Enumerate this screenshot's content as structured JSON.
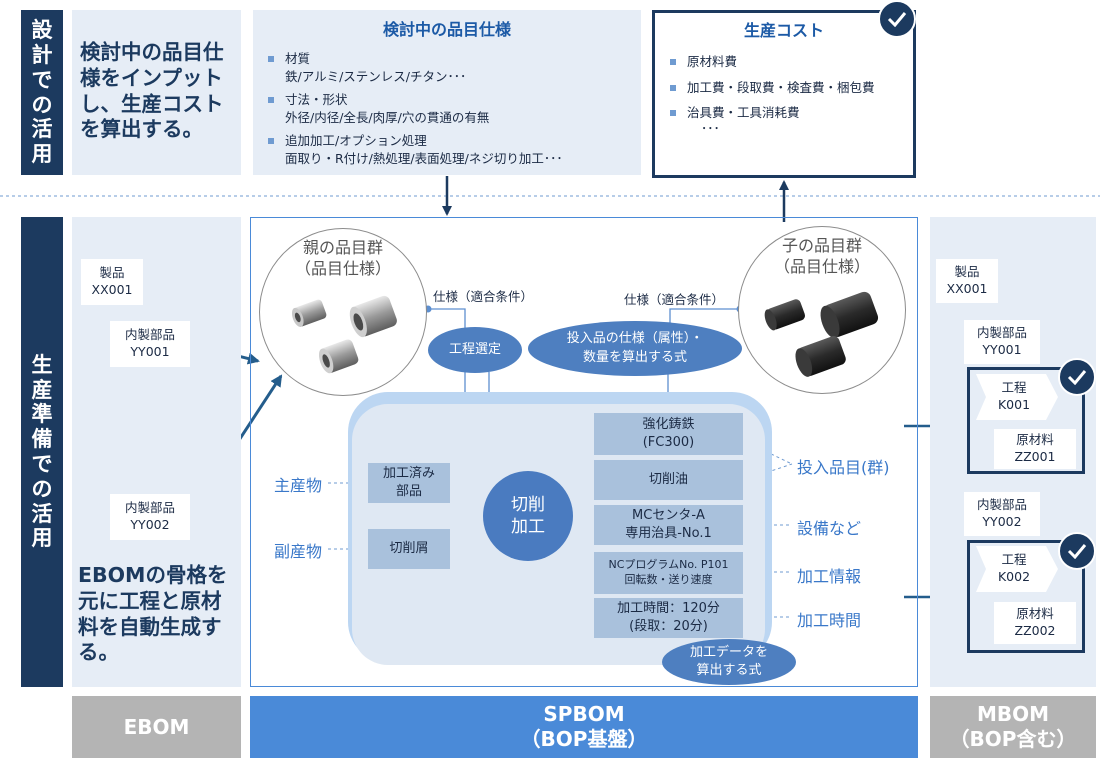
{
  "top_section": {
    "label": "設計での活用",
    "intro": "検討中の品目仕様をインプットし、生産コストを算出する。",
    "spec_panel": {
      "title": "検討中の品目仕様",
      "items": [
        {
          "head": "材質",
          "detail": "鉄/アルミ/ステンレス/チタン･･･"
        },
        {
          "head": "寸法・形状",
          "detail": "外径/内径/全長/肉厚/穴の貫通の有無"
        },
        {
          "head": "追加加工/オプション処理",
          "detail": "面取り・R付け/熱処理/表面処理/ネジ切り加工･･･"
        }
      ]
    },
    "cost_panel": {
      "title": "生産コスト",
      "items": [
        "原材料費",
        "加工費・段取費・検査費・梱包費",
        "治具費・工具消耗費"
      ],
      "ellipsis": "･･･"
    }
  },
  "bottom_section": {
    "label": "生産準備での活用",
    "ebom": {
      "product": {
        "name": "製品",
        "code": "XX001"
      },
      "parts": [
        {
          "name": "内製部品",
          "code": "YY001"
        },
        {
          "name": "内製部品",
          "code": "YY002"
        }
      ],
      "intro": "EBOMの骨格を元に工程と原材料を自動生成する。"
    },
    "spbom": {
      "parent_group": {
        "title": "親の品目群",
        "subtitle": "（品目仕様）"
      },
      "child_group": {
        "title": "子の品目群",
        "subtitle": "（品目仕様）"
      },
      "spec_left": "仕様（適合条件）",
      "spec_right": "仕様（適合条件）",
      "process_select": "工程選定",
      "formula_input": {
        "line1": "投入品の仕様（属性）・",
        "line2": "数量を算出する式"
      },
      "center": {
        "line1": "切削",
        "line2": "加工"
      },
      "outputs": [
        {
          "line1": "加工済み",
          "line2": "部品"
        },
        {
          "line1": "切削屑",
          "line2": ""
        }
      ],
      "output_labels": [
        "主産物",
        "副産物"
      ],
      "inputs": [
        {
          "line1": "強化鋳鉄",
          "line2": "(FC300)"
        },
        {
          "line1": "切削油",
          "line2": ""
        },
        {
          "line1": "MCセンタ-A",
          "line2": "専用治具-No.1"
        },
        {
          "line1": "NCプログラムNo. P101",
          "line2": "回転数・送り速度"
        },
        {
          "line1": "加工時間：120分",
          "line2": "(段取：20分)"
        }
      ],
      "input_labels": [
        "投入品目(群)",
        "設備など",
        "加工情報",
        "加工時間"
      ],
      "formula_data": {
        "line1": "加工データを",
        "line2": "算出する式"
      }
    },
    "mbom": {
      "product": {
        "name": "製品",
        "code": "XX001"
      },
      "blocks": [
        {
          "part_name": "内製部品",
          "part_code": "YY001",
          "process_name": "工程",
          "process_code": "K001",
          "material_name": "原材料",
          "material_code": "ZZ001"
        },
        {
          "part_name": "内製部品",
          "part_code": "YY002",
          "process_name": "工程",
          "process_code": "K002",
          "material_name": "原材料",
          "material_code": "ZZ002"
        }
      ]
    }
  },
  "footer": {
    "ebom": "EBOM",
    "spbom": {
      "line1": "SPBOM",
      "line2": "（BOP基盤）"
    },
    "mbom": {
      "line1": "MBOM",
      "line2": "（BOP含む）"
    }
  },
  "colors": {
    "navy": "#1c3a5f",
    "panel": "#e6edf6",
    "accent_blue": "#3a78c9",
    "ellipse": "#4e7fc0",
    "spbom_bar": "#4a8ad8",
    "gray_bar": "#b4b4b4"
  }
}
